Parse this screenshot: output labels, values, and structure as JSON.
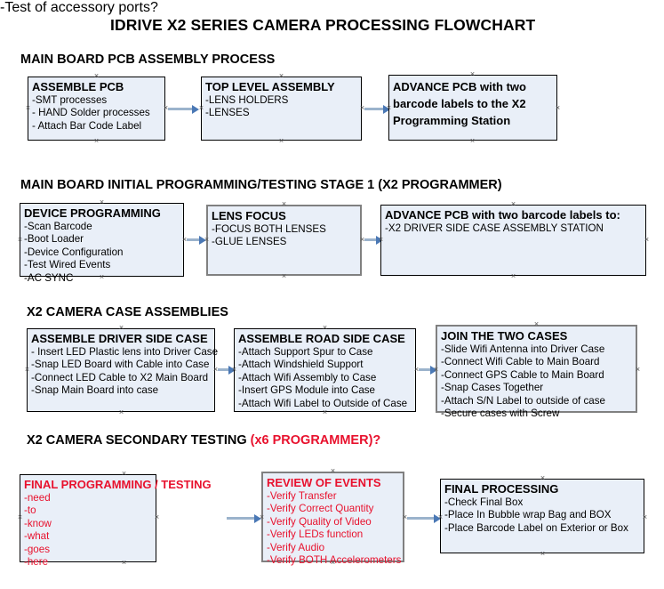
{
  "document": {
    "title": "IDRIVE X2  SERIES CAMERA PROCESSING FLOWCHART"
  },
  "sections": [
    {
      "id": "main-board-pcb-assembly",
      "heading": "MAIN BOARD PCB ASSEMBLY PROCESS",
      "heading_accent": "",
      "nodes": [
        {
          "id": "assemble-pcb",
          "title": "ASSEMBLE PCB",
          "lines": [
            "-SMT processes",
            "- HAND Solder processes",
            "- Attach Bar Code Label"
          ]
        },
        {
          "id": "top-level-assembly",
          "title": "TOP LEVEL ASSEMBLY",
          "lines": [
            "-LENS HOLDERS",
            "-LENSES"
          ]
        },
        {
          "id": "advance-pcb-programming-station",
          "title": "ADVANCE PCB with two barcode labels to the  X2 Programming Station",
          "lines": []
        }
      ]
    },
    {
      "id": "main-board-initial-programming",
      "heading": "MAIN BOARD INITIAL PROGRAMMING/TESTING STAGE 1 (X2 PROGRAMMER)",
      "heading_accent": "",
      "nodes": [
        {
          "id": "device-programming",
          "title": "DEVICE PROGRAMMING",
          "lines": [
            "-Scan Barcode",
            "-Boot Loader",
            "-Device Configuration",
            "-Test Wired Events",
            "-AC SYNC"
          ]
        },
        {
          "id": "lens-focus",
          "title": "LENS FOCUS",
          "lines": [
            "-FOCUS BOTH LENSES",
            "-GLUE LENSES"
          ]
        },
        {
          "id": "advance-pcb-driver-side-station",
          "title": "ADVANCE PCB with two barcode labels to:",
          "lines": [
            "-X2 DRIVER  SIDE  CASE  ASSEMBLY STATION"
          ]
        }
      ]
    },
    {
      "id": "x2-camera-case-assemblies",
      "heading": "X2 CAMERA CASE ASSEMBLIES",
      "heading_accent": "",
      "nodes": [
        {
          "id": "assemble-driver-side-case",
          "title": "ASSEMBLE DRIVER SIDE CASE",
          "lines": [
            "- Insert LED Plastic lens into Driver Case",
            "-Snap LED Board with Cable into Case",
            "-Connect LED Cable to X2 Main Board",
            "-Snap Main Board into case"
          ]
        },
        {
          "id": "assemble-road-side-case",
          "title": "ASSEMBLE ROAD SIDE CASE",
          "lines": [
            "-Attach Support Spur to Case",
            "-Attach Windshield Support",
            "-Attach Wifi Assembly to Case",
            "-Insert GPS Module into Case",
            "-Attach Wifi Label to Outside of Case"
          ]
        },
        {
          "id": "join-the-two-cases",
          "title": "JOIN THE TWO CASES",
          "lines": [
            "-Slide Wifi Antenna into Driver Case",
            "-Connect Wifi Cable to Main Board",
            "-Connect GPS Cable to Main Board",
            "-Snap Cases Together",
            "-Attach S/N Label to outside of case",
            "-Secure cases with Screw"
          ]
        }
      ]
    },
    {
      "id": "x2-camera-secondary-testing",
      "heading": "X2 CAMERA SECONDARY TESTING ",
      "heading_accent": "(x6 PROGRAMMER)?",
      "nodes": [
        {
          "id": "final-programming-testing",
          "title": "FINAL PROGRAMMING / TESTING",
          "lines": [
            "-need",
            "-to",
            "-know",
            "-what",
            "-goes",
            "-here"
          ]
        },
        {
          "id": "review-of-events",
          "title": "REVIEW OF EVENTS",
          "lines": [
            "-Verify Transfer",
            "-Verify Correct Quantity",
            "-Verify Quality of Video",
            "-Verify LEDs function",
            "-Verify Audio",
            "-Verify BOTH Accelerometers"
          ],
          "overflow_line": "-Test of accessory ports?"
        },
        {
          "id": "final-processing",
          "title": "FINAL PROCESSING",
          "lines": [
            " -Check Final Box",
            "-Place In Bubble wrap Bag and BOX",
            "-Place Barcode Label on Exterior or Box"
          ]
        }
      ]
    }
  ],
  "colors": {
    "node_fill": "#e9eff8",
    "node_border": "#000000",
    "node_border_selected": "#808080",
    "accent_red": "#e8112d",
    "arrow_shaft": "#9bb3cc",
    "arrow_head": "#4a78b5"
  }
}
